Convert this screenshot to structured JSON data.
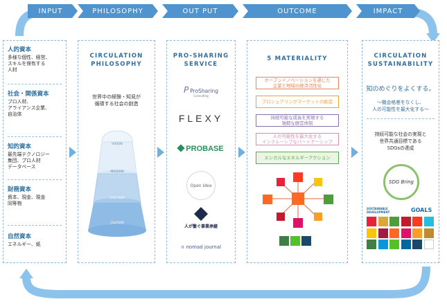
{
  "stages": [
    "INPUT",
    "PHILOSOPHY",
    "OUT PUT",
    "OUTCOME",
    "IMPACT"
  ],
  "resources": [
    {
      "title": "人的資本",
      "body": "多様な個性、経営、\nスキルを保有する\n人材"
    },
    {
      "title": "社会・関係資本",
      "body": "プロ人材、\nアライアンス企業、\n自治体"
    },
    {
      "title": "知的資本",
      "body": "最先端テクノロジー\n集団、プロ人材\nデータベース"
    },
    {
      "title": "財務資本",
      "body": "資本、現金、現金\n同等物"
    },
    {
      "title": "自然資本",
      "body": "エネルギー、紙"
    }
  ],
  "philosophy": {
    "title_line1": "CIRCULATION",
    "title_line2": "PHILOSOPHY",
    "text_line1": "世界中の経験・知見が",
    "text_line2": "循環する社会の創造",
    "pyramid": [
      "VISION",
      "MISSION",
      "CIRCUIZM",
      "CULTURE"
    ]
  },
  "service": {
    "title_line1": "PRO-SHARING",
    "title_line2": "SERVICE",
    "logos": [
      "ProSharing",
      "Consulting",
      "FLEXY",
      "PROBASE",
      "Open Idea",
      "人が繋ぐ事業承継",
      "nomad journal"
    ]
  },
  "materiality": {
    "title": "5 MATERIALITY",
    "items": [
      {
        "text": "オープンイノベーションを通じた\n企業と地域の経済活性化",
        "color": "#e8845b"
      },
      {
        "text": "プロシェアリングマーケットの創造",
        "color": "#e9a23c"
      },
      {
        "text": "持続可能な成長を実現する\n強靭な経営体制",
        "color": "#8a6fb0"
      },
      {
        "text": "人の可能性を最大化する\nインクルーシブなパートナーシップ",
        "color": "#d98ab4"
      },
      {
        "text": "エシカルなエネルギーアクション",
        "color": "#5fa84d"
      }
    ],
    "sdg_colors": [
      "#e5243b",
      "#dda63a",
      "#4c9f38",
      "#c5192d",
      "#ff3a21",
      "#26bde2",
      "#fcc30b",
      "#a21942",
      "#fd6925",
      "#dd1367",
      "#fd9d24",
      "#bf8b2e",
      "#3f7e44",
      "#0a97d9",
      "#56c02b",
      "#00689d",
      "#19486a"
    ]
  },
  "impact": {
    "title_line1": "CIRCULATION",
    "title_line2": "SUSTAINABILITY",
    "tagline": "知のめぐりをよくする。",
    "sub_line1": "〜機会格差をなくし、",
    "sub_line2": "人の可能性を最大化する〜",
    "goal_line1": "持続可能な社会の実現と",
    "goal_line2": "世界共通目標である",
    "goal_line3": "SDGsの達成",
    "badge": "SDG Bring",
    "sdg_header_a": "SUSTAINABLE",
    "sdg_header_b": "DEVELOPMENT",
    "sdg_header_goals": "GOALS"
  },
  "colors": {
    "accent": "#2f6e9e",
    "arrow": "#6fb0e0",
    "header": "#4f94cf"
  }
}
